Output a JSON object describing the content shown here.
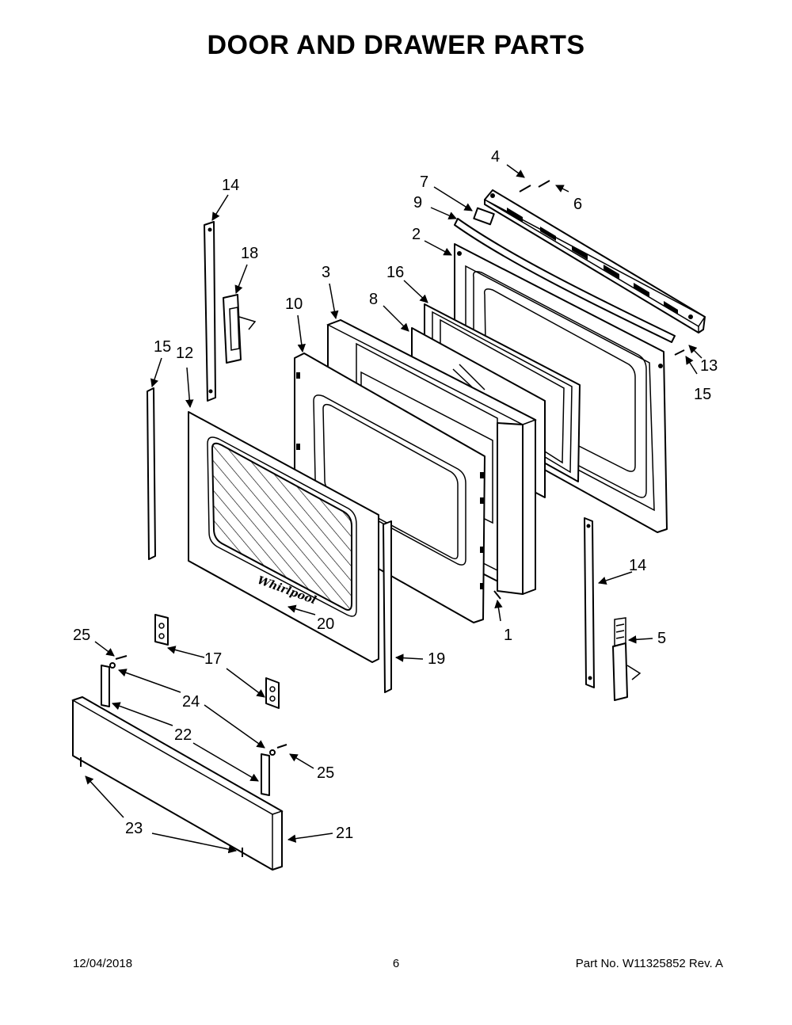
{
  "title": "DOOR AND DRAWER PARTS",
  "callouts": {
    "c1": "1",
    "c2": "2",
    "c3": "3",
    "c4": "4",
    "c5": "5",
    "c6": "6",
    "c7": "7",
    "c8": "8",
    "c9": "9",
    "c10": "10",
    "c12": "12",
    "c13": "13",
    "c14a": "14",
    "c14b": "14",
    "c15a": "15",
    "c15b": "15",
    "c16": "16",
    "c17": "17",
    "c18": "18",
    "c19": "19",
    "c20": "20",
    "c21": "21",
    "c22": "22",
    "c23": "23",
    "c24": "24",
    "c25a": "25",
    "c25b": "25"
  },
  "footer": {
    "date": "12/04/2018",
    "page": "6",
    "part_no": "Part No.  W11325852  Rev.  A"
  }
}
